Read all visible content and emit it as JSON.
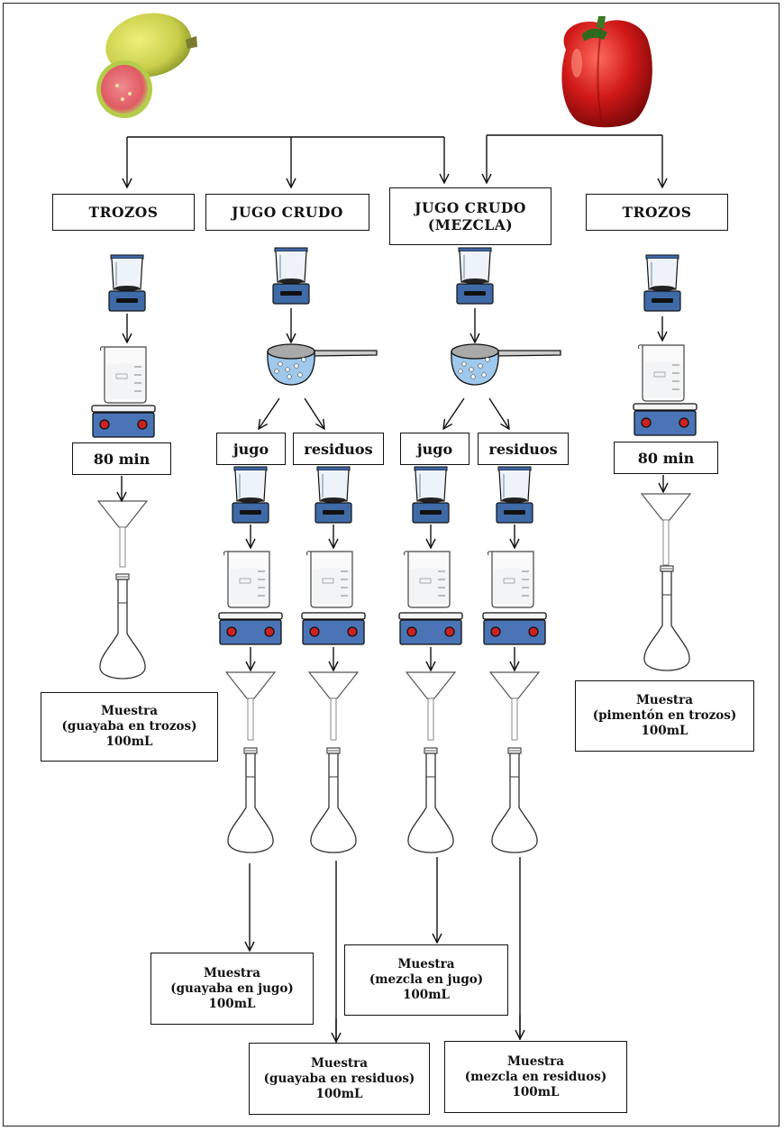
{
  "headers": {
    "trozos_left": "TROZOS",
    "jugo_crudo": "JUGO CRUDO",
    "jugo_crudo_mezcla_1": "JUGO CRUDO",
    "jugo_crudo_mezcla_2": "(MEZCLA)",
    "trozos_right": "TROZOS"
  },
  "labels": {
    "time_left": "80 min",
    "time_right": "80 min",
    "jugo_1": "jugo",
    "residuos_1": "residuos",
    "jugo_2": "jugo",
    "residuos_2": "residuos"
  },
  "samples": {
    "guayaba_trozos": {
      "line1": "Muestra",
      "line2": "(guayaba en trozos)",
      "line3": "100mL"
    },
    "pimenton_trozos": {
      "line1": "Muestra",
      "line2": "(pimentón en trozos)",
      "line3": "100mL"
    },
    "guayaba_jugo": {
      "line1": "Muestra",
      "line2": "(guayaba en jugo)",
      "line3": "100mL"
    },
    "mezcla_jugo": {
      "line1": "Muestra",
      "line2": "(mezcla en jugo)",
      "line3": "100mL"
    },
    "guayaba_residuos": {
      "line1": "Muestra",
      "line2": "(guayaba en residuos)",
      "line3": "100mL"
    },
    "mezcla_residuos": {
      "line1": "Muestra",
      "line2": "(mezcla en residuos)",
      "line3": "100mL"
    }
  },
  "colors": {
    "blender_base": "#3f6aa8",
    "stirrer_plate": "#4a74b5",
    "stirrer_knob": "#cc2222",
    "guava_skin": "#c9cf4a",
    "guava_flesh": "#e05a62",
    "pepper": "#d01818",
    "line": "#111111"
  },
  "icons": [
    "guava-icon",
    "bell-pepper-icon",
    "blender-icon",
    "beaker-icon",
    "magnetic-stirrer-icon",
    "strainer-icon",
    "funnel-icon",
    "volumetric-flask-icon"
  ]
}
